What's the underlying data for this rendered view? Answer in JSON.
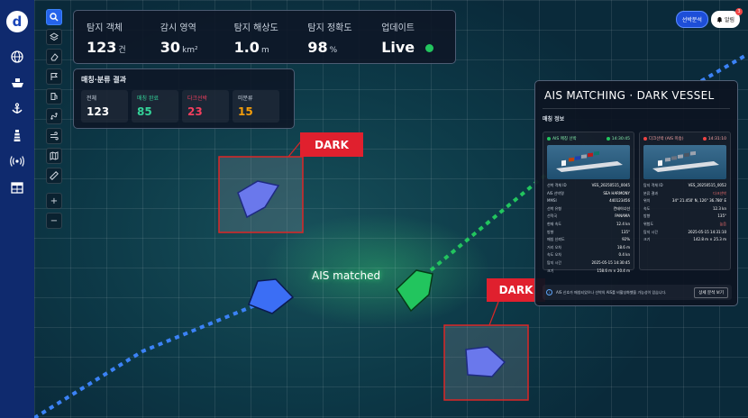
{
  "nav": {
    "logo": "d",
    "icons": [
      "globe-icon",
      "ship-icon",
      "anchor-icon",
      "lighthouse-icon",
      "radar-icon",
      "table-icon"
    ]
  },
  "tools": {
    "icons": [
      "search-icon",
      "layers-icon",
      "eraser-icon",
      "flag-icon",
      "fuel-icon",
      "route-icon",
      "wind-icon",
      "map-icon",
      "ruler-icon"
    ],
    "zoom_in": "+",
    "zoom_out": "−"
  },
  "stats": [
    {
      "label": "탐지 객체",
      "value": "123",
      "unit": "건"
    },
    {
      "label": "감시 영역",
      "value": "30",
      "unit": "km²"
    },
    {
      "label": "탐지 해상도",
      "value": "1.0",
      "unit": "m"
    },
    {
      "label": "탐지 정확도",
      "value": "98",
      "unit": "%"
    },
    {
      "label": "업데이트",
      "value": "Live",
      "unit": ""
    }
  ],
  "match_panel": {
    "title": "매칭·분류 결과",
    "cells": [
      {
        "label": "전체",
        "value": "123",
        "color": "#ffffff"
      },
      {
        "label": "매칭 완료",
        "value": "85",
        "color": "#34d399"
      },
      {
        "label": "다크선박",
        "value": "23",
        "color": "#f43f5e"
      },
      {
        "label": "미분류",
        "value": "15",
        "color": "#f59e0b"
      }
    ]
  },
  "map": {
    "dark_label": "DARK",
    "ais_label": "AIS matched"
  },
  "topright": {
    "analysis_label": "선박분석",
    "alert_label": "알림",
    "alert_count": "3"
  },
  "ais_panel": {
    "title": "AIS MATCHING · DARK VESSEL",
    "subtitle": "매칭 정보",
    "left_card": {
      "head": "AIS 매칭 선박",
      "time": "14:30:45",
      "color": "#22c55e",
      "rows": [
        {
          "k": "선박 객체 ID",
          "v": "VES_20250515_0045"
        },
        {
          "k": "AIS 선박명",
          "v": "SEA HARMONY"
        },
        {
          "k": "MMSI",
          "v": "440123456"
        },
        {
          "k": "선박 유형",
          "v": "컨테이너선"
        },
        {
          "k": "선적국",
          "v": "PANAMA"
        },
        {
          "k": "현재 속도",
          "v": "12.4 kn"
        },
        {
          "k": "방향",
          "v": "135°"
        },
        {
          "k": "매칭 신뢰도",
          "v": "92%"
        },
        {
          "k": "거리 오차",
          "v": "18.6 m"
        },
        {
          "k": "속도 오차",
          "v": "0.4 kn"
        },
        {
          "k": "탐지 시간",
          "v": "2025-05-15 14:30:45"
        },
        {
          "k": "크기",
          "v": "158.6 m × 20.4 m"
        }
      ]
    },
    "right_card": {
      "head": "다크선박 (AIS 미송)",
      "time": "14:31:10",
      "color": "#ef4444",
      "rows": [
        {
          "k": "탐지 객체 ID",
          "v": "VES_20250515_0052"
        },
        {
          "k": "분류 결과",
          "v": "다크선박"
        },
        {
          "k": "위치",
          "v": "34° 21.450' N, 126° 36.780' E"
        },
        {
          "k": "속도",
          "v": "12.3 kn"
        },
        {
          "k": "방향",
          "v": "135°"
        },
        {
          "k": "위험도",
          "v": "높음"
        },
        {
          "k": "탐지 시간",
          "v": "2025-05-15 14:31:10"
        },
        {
          "k": "크기",
          "v": "142.8 m × 25.3 m"
        }
      ]
    },
    "footer_text": "AIS 신호가 매칭되었으나 선박의 AIS를 비활성화했을 가능성이 있습니다.",
    "footer_button": "상세 분석 보기"
  }
}
